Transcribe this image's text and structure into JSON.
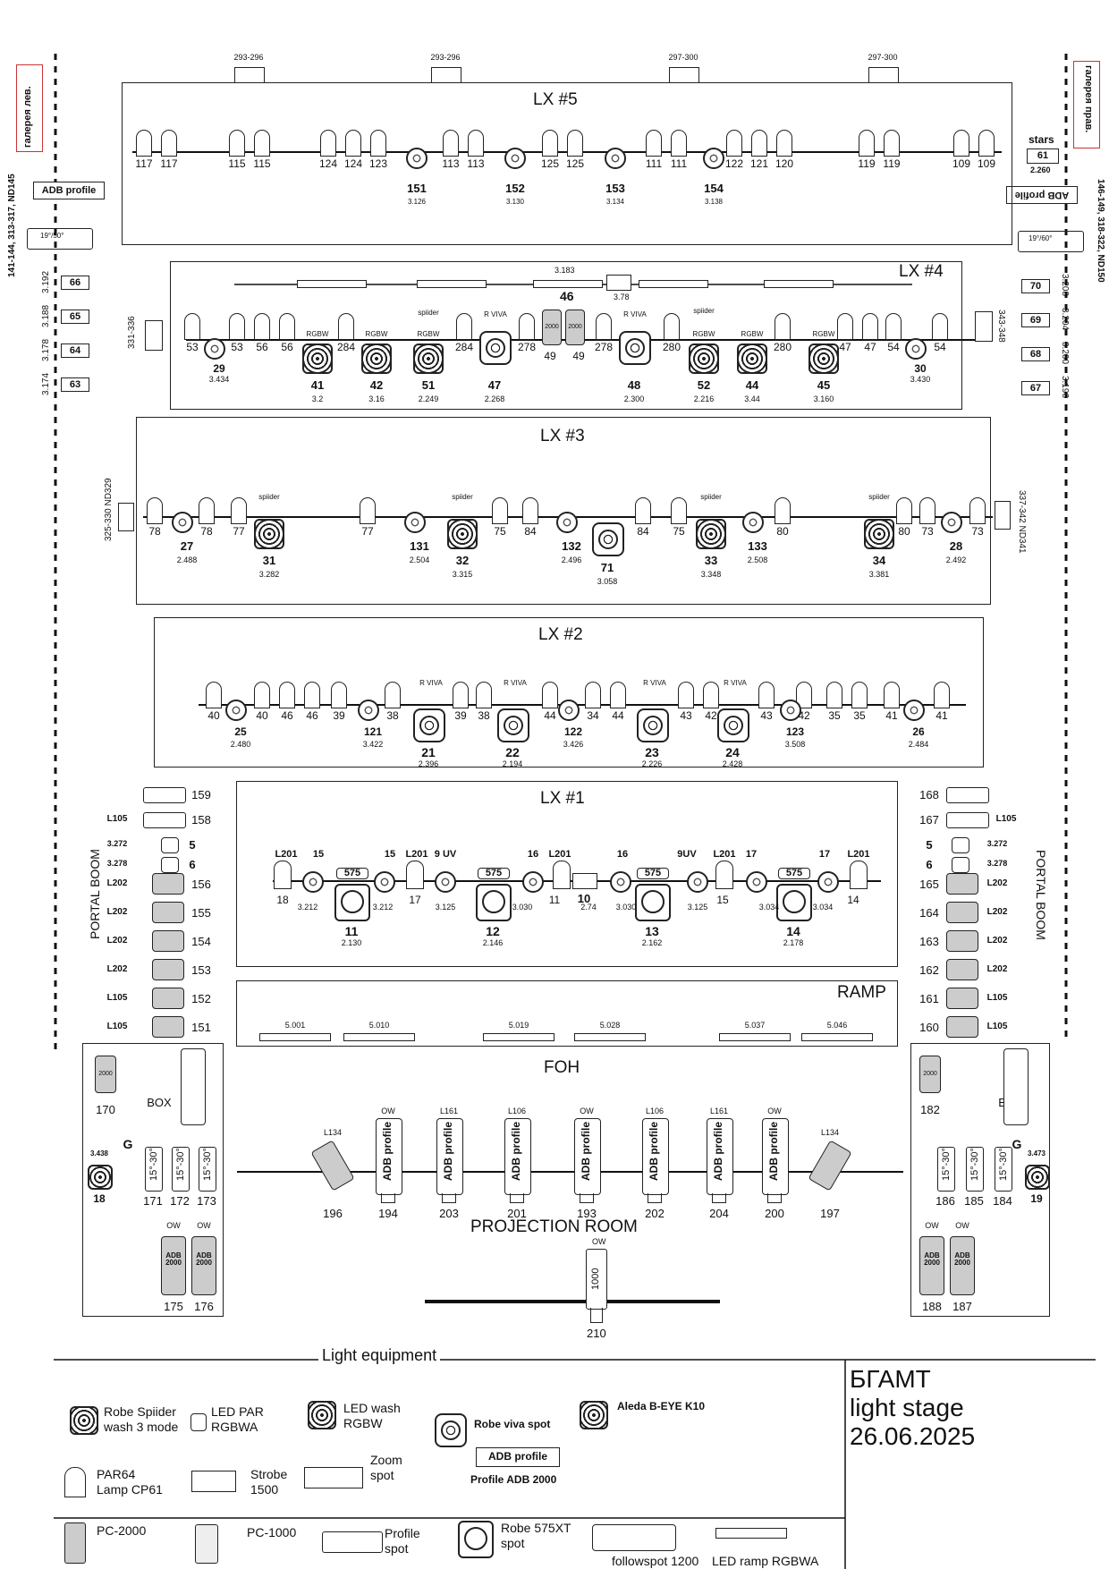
{
  "side_labels": {
    "left": "галерея лев.",
    "right": "галерея прав."
  },
  "side_adb": {
    "label": "ADB profile",
    "left_ch": "141-144, 313-317, ND145",
    "right_ch": "146-149, 318-322, ND150"
  },
  "side_spots": {
    "left": "19°/50°",
    "right": "19°/60°"
  },
  "left_tags": [
    {
      "ch": "3.192",
      "num": "66"
    },
    {
      "ch": "3.188",
      "num": "65"
    },
    {
      "ch": "3.178",
      "num": "64"
    },
    {
      "ch": "3.174",
      "num": "63"
    }
  ],
  "right_tags": [
    {
      "ch": "3.208",
      "num": "70"
    },
    {
      "ch": "3.204",
      "num": "69"
    },
    {
      "ch": "3.200",
      "num": "68"
    },
    {
      "ch": "3.196",
      "num": "67"
    }
  ],
  "stars": {
    "label": "stars",
    "num": "61",
    "ch": "2.260"
  },
  "lx5": {
    "title": "LX #5",
    "top_tags": [
      "293-296",
      "293-296",
      "297-300",
      "297-300"
    ],
    "pars": [
      "117",
      "117",
      "115",
      "115",
      "124",
      "124",
      "123",
      "113",
      "113",
      "125",
      "125",
      "111",
      "111",
      "122",
      "121",
      "120",
      "119",
      "119",
      "109",
      "109"
    ],
    "movers": [
      {
        "num": "151",
        "ch": "3.126"
      },
      {
        "num": "152",
        "ch": "3.130"
      },
      {
        "num": "153",
        "ch": "3.134"
      },
      {
        "num": "154",
        "ch": "3.138"
      }
    ]
  },
  "lx4": {
    "title": "LX #4",
    "side_left": "331-336",
    "side_right": "343-348",
    "ramp_num": "46",
    "ramp_ch": "3.183",
    "strobe_ch": "3.78",
    "pars": [
      "53",
      "53",
      "56",
      "56",
      "284",
      "284",
      "278",
      "49",
      "49",
      "278",
      "280",
      "280",
      "47",
      "47",
      "54",
      "54"
    ],
    "movers": [
      {
        "num": "29",
        "ch": "3.434"
      },
      {
        "num": "41",
        "ch": "3.2"
      },
      {
        "num": "42",
        "ch": "3.16"
      },
      {
        "num": "51",
        "ch": "2.249"
      },
      {
        "num": "47",
        "ch": "2.268"
      },
      {
        "num": "48",
        "ch": "2.300"
      },
      {
        "num": "52",
        "ch": "2.216"
      },
      {
        "num": "44",
        "ch": "3.44"
      },
      {
        "num": "45",
        "ch": "3.160"
      },
      {
        "num": "30",
        "ch": "3.430"
      }
    ],
    "pc": "2000",
    "labels": {
      "rgbw": "RGBW",
      "spiider": "spiider",
      "rviva": "R VIVA"
    }
  },
  "lx3": {
    "title": "LX #3",
    "side_left": "325-330 ND329",
    "side_right": "337-342 ND341",
    "pars": [
      "78",
      "78",
      "77",
      "77",
      "75",
      "84",
      "84",
      "75",
      "80",
      "80",
      "73",
      "73"
    ],
    "movers": [
      {
        "num": "27",
        "ch": "2.488"
      },
      {
        "num": "31",
        "ch": "3.282"
      },
      {
        "num": "131",
        "ch": "2.504"
      },
      {
        "num": "32",
        "ch": "3.315"
      },
      {
        "num": "132",
        "ch": "2.496"
      },
      {
        "num": "71",
        "ch": "3.058"
      },
      {
        "num": "33",
        "ch": "3.348"
      },
      {
        "num": "133",
        "ch": "2.508"
      },
      {
        "num": "34",
        "ch": "3.381"
      },
      {
        "num": "28",
        "ch": "2.492"
      }
    ]
  },
  "lx2": {
    "title": "LX #2",
    "pars": [
      "40",
      "40",
      "46",
      "46",
      "39",
      "38",
      "39",
      "38",
      "44",
      "34",
      "44",
      "43",
      "42",
      "43",
      "42",
      "35",
      "35",
      "41",
      "41"
    ],
    "movers": [
      {
        "num": "25",
        "ch": "2.480"
      },
      {
        "num": "121",
        "ch": "3.422"
      },
      {
        "num": "21",
        "ch": "2.396"
      },
      {
        "num": "22",
        "ch": "2.194"
      },
      {
        "num": "122",
        "ch": "3.426"
      },
      {
        "num": "23",
        "ch": "2.226"
      },
      {
        "num": "24",
        "ch": "2.428"
      },
      {
        "num": "123",
        "ch": "3.508"
      },
      {
        "num": "26",
        "ch": "2.484"
      }
    ]
  },
  "lx1": {
    "title": "LX #1",
    "filters": [
      "L201",
      "15",
      "15",
      "L201",
      "9 UV",
      "16",
      "L201",
      "16",
      "9UV",
      "L201",
      "17",
      "17",
      "L201"
    ],
    "bottom": [
      "18",
      "3.212",
      "3.212",
      "17",
      "3.125",
      "3.030",
      "11",
      "2.74",
      "3.030",
      "3.125",
      "15",
      "3.034",
      "3.034",
      "14"
    ],
    "spots": [
      {
        "num": "11",
        "ch": "2.130"
      },
      {
        "num": "12",
        "ch": "2.146"
      },
      {
        "num": "13",
        "ch": "2.162"
      },
      {
        "num": "14",
        "ch": "2.178"
      }
    ],
    "strobe": "10",
    "spot_label": "575"
  },
  "ramp": {
    "title": "RAMP",
    "items": [
      "5.001",
      "5.010",
      "5.019",
      "5.028",
      "5.037",
      "5.046"
    ]
  },
  "portal_boom": {
    "label": "PORTAL BOOM",
    "left": [
      {
        "filter": "",
        "num": "159"
      },
      {
        "filter": "L105",
        "num": "158"
      },
      {
        "filter": "3.272",
        "num": "5"
      },
      {
        "filter": "3.278",
        "num": "6"
      },
      {
        "filter": "L202",
        "num": "156"
      },
      {
        "filter": "L202",
        "num": "155"
      },
      {
        "filter": "L202",
        "num": "154"
      },
      {
        "filter": "L202",
        "num": "153"
      },
      {
        "filter": "L105",
        "num": "152"
      },
      {
        "filter": "L105",
        "num": "151"
      }
    ],
    "right": [
      {
        "filter": "",
        "num": "168"
      },
      {
        "filter": "L105",
        "num": "167"
      },
      {
        "filter": "3.272",
        "num": "5"
      },
      {
        "filter": "3.278",
        "num": "6"
      },
      {
        "filter": "L202",
        "num": "165"
      },
      {
        "filter": "L202",
        "num": "164"
      },
      {
        "filter": "L202",
        "num": "163"
      },
      {
        "filter": "L202",
        "num": "162"
      },
      {
        "filter": "L105",
        "num": "161"
      },
      {
        "filter": "L105",
        "num": "160"
      }
    ]
  },
  "box_left": {
    "title": "BOX",
    "pc_label": "2000",
    "pc_num": "170",
    "g": "G",
    "mover": {
      "num": "18",
      "ch": "3.438"
    },
    "zooms": [
      "171",
      "172",
      "173"
    ],
    "zoom_label": "15°-30°",
    "ow": "OW",
    "adb": [
      {
        "num": "175",
        "label": "ADB 2000"
      },
      {
        "num": "176",
        "label": "ADB 2000"
      }
    ]
  },
  "box_right": {
    "title": "BOX",
    "pc_label": "2000",
    "pc_num": "182",
    "g": "G",
    "mover": {
      "num": "19",
      "ch": "3.473"
    },
    "zooms": [
      "186",
      "185",
      "184"
    ],
    "zoom_label": "15°-30°",
    "ow": "OW",
    "adb": [
      {
        "num": "188",
        "label": "ADB 2000"
      },
      {
        "num": "187",
        "label": "ADB 2000"
      }
    ]
  },
  "foh": {
    "title": "FOH",
    "profiles": [
      {
        "top": "L134",
        "num": "196",
        "type": "pc"
      },
      {
        "top": "OW",
        "num": "194",
        "type": "adb"
      },
      {
        "top": "L161",
        "num": "203",
        "type": "adb"
      },
      {
        "top": "L106",
        "num": "201",
        "type": "adb"
      },
      {
        "top": "OW",
        "num": "193",
        "type": "adb"
      },
      {
        "top": "L106",
        "num": "202",
        "type": "adb"
      },
      {
        "top": "L161",
        "num": "204",
        "type": "adb"
      },
      {
        "top": "OW",
        "num": "200",
        "type": "adb"
      },
      {
        "top": "L134",
        "num": "197",
        "type": "pc"
      }
    ],
    "adb_label": "ADB profile"
  },
  "projection": {
    "title": "PROJECTION ROOM",
    "ow": "OW",
    "num": "210",
    "pc": "1000"
  },
  "legend": {
    "title": "Light equipment",
    "spider": "Robe Spiider wash 3 mode",
    "led_par": "LED PAR RGBWA",
    "led_wash": "LED wash RGBW",
    "rviva": "Robe viva spot",
    "bee": "Aleda B-EYE K10",
    "par64": "PAR64 Lamp CP61",
    "strobe": "Strobe 1500",
    "zoom": "Zoom spot",
    "adb": "Profile ADB 2000",
    "pc2000": "PC-2000",
    "pc1000": "PC-1000",
    "profile_spot": "Profile spot",
    "robe575": "Robe 575XT spot",
    "follow": "followspot 1200",
    "ramp": "LED ramp RGBWA"
  },
  "title_block": {
    "line1": "БГАМТ",
    "line2": "light stage",
    "line3": "26.06.2025"
  }
}
